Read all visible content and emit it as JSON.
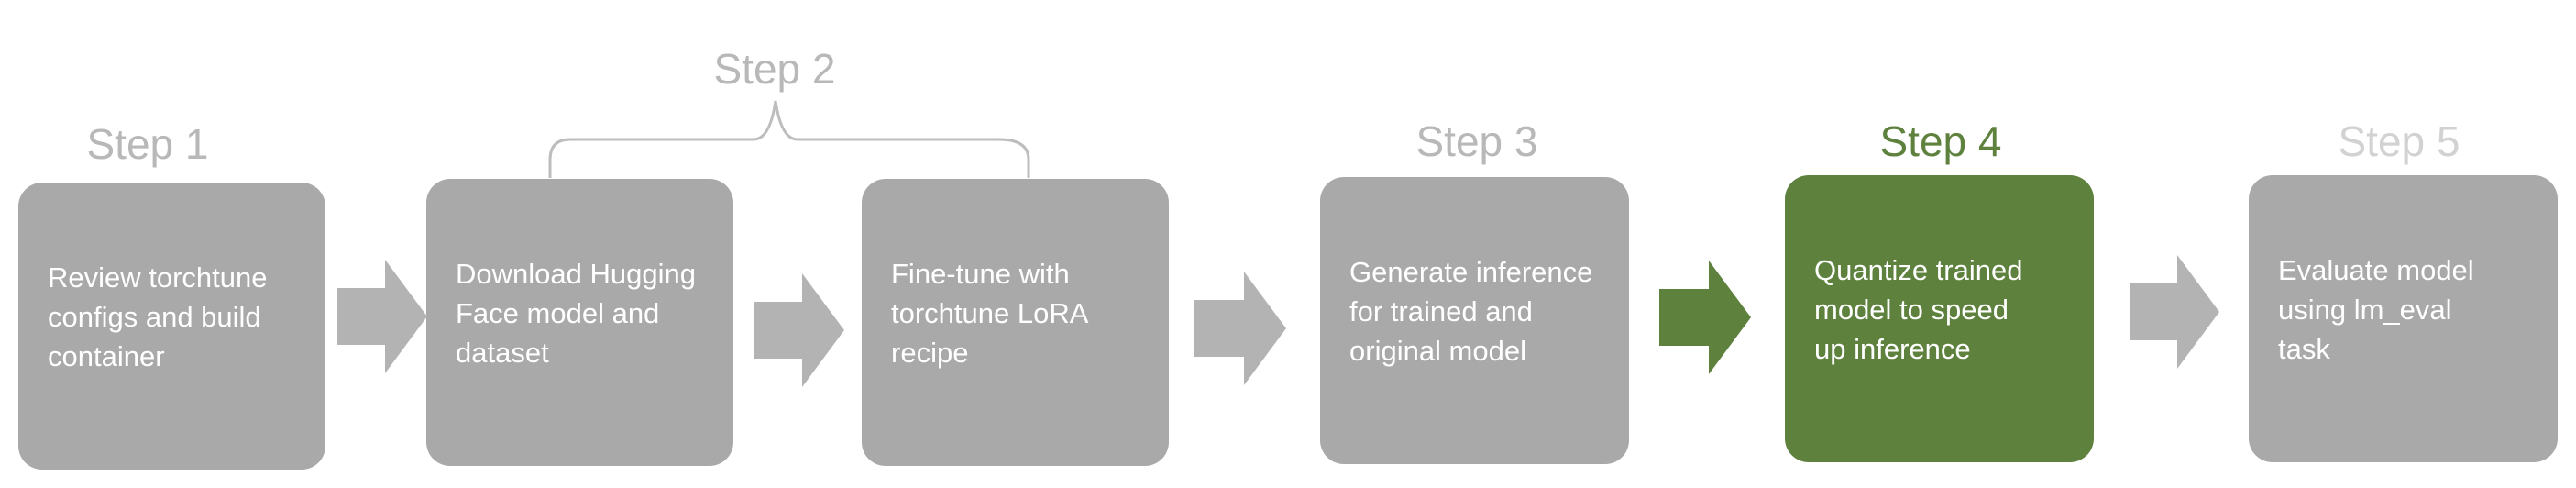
{
  "colors": {
    "box_default": "#a9a9a9",
    "box_active": "#5e823e",
    "label_default": "#b8b8b8",
    "label_light": "#d2d2d2",
    "label_active": "#5e823e",
    "arrow_default": "#b3b3b3",
    "arrow_active": "#5e823e",
    "box_text": "#ffffff"
  },
  "steps": [
    {
      "label": "Step 1",
      "state": "default"
    },
    {
      "label": "Step 2",
      "state": "default"
    },
    {
      "label": "Step 3",
      "state": "default"
    },
    {
      "label": "Step 4",
      "state": "active"
    },
    {
      "label": "Step 5",
      "state": "light"
    }
  ],
  "boxes": [
    {
      "lines": [
        "Review torchtune",
        "configs and build",
        "container"
      ],
      "state": "default"
    },
    {
      "lines": [
        "Download Hugging",
        "Face model and",
        "dataset"
      ],
      "state": "default"
    },
    {
      "lines": [
        "Fine-tune with",
        "torchtune LoRA",
        "recipe"
      ],
      "state": "default"
    },
    {
      "lines": [
        "Generate inference",
        "for trained and",
        "original model"
      ],
      "state": "default"
    },
    {
      "lines": [
        "Quantize trained",
        "model to speed",
        "up inference"
      ],
      "state": "active"
    },
    {
      "lines": [
        "Evaluate model",
        "using lm_eval",
        "task"
      ],
      "state": "default"
    }
  ]
}
